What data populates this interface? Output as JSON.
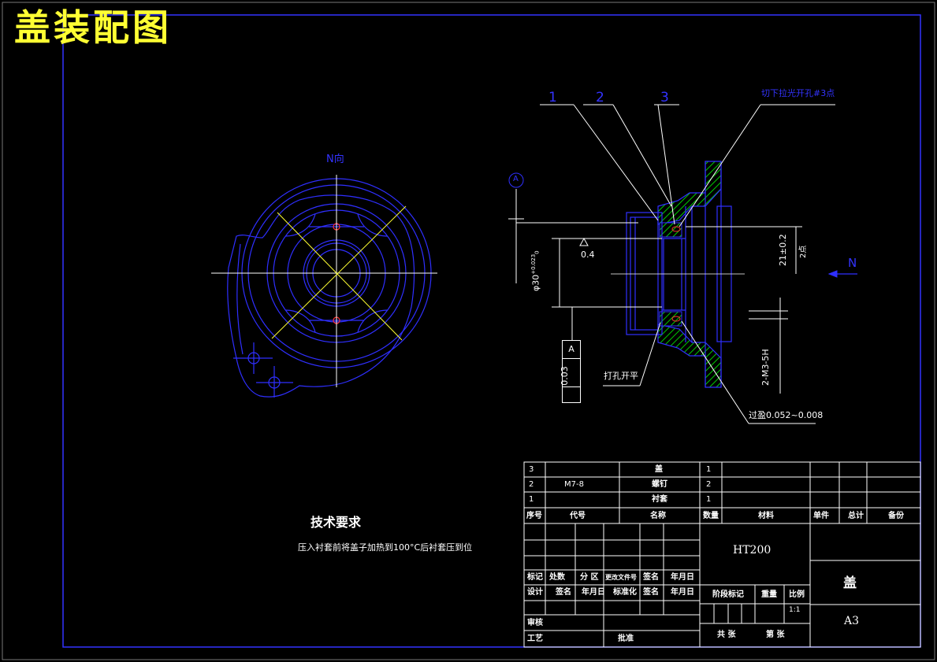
{
  "title": "盖装配图",
  "section_view": {
    "balloons": [
      "1",
      "2",
      "3"
    ],
    "note_top": "切下拉光开孔#3点",
    "datum_label": "A",
    "roughness": "0.4",
    "dim_bore": "φ30",
    "dim_bore_tol_upper": "+0.023",
    "dim_bore_tol_lower": "0",
    "dim_height": "21±0.2",
    "dim_height_side": "2点",
    "dim_thread": "2-M3-5H",
    "note_bottom_left": "打孔开平",
    "note_bottom_right": "过盈0.052~0.008",
    "gdt_value": "0.03",
    "gdt_datum": "A",
    "view_arrow_label": "N"
  },
  "plan_view": {
    "label": "N向"
  },
  "tech_req": {
    "heading": "技术要求",
    "text": "压入衬套前将盖子加热到100°C后衬套压到位"
  },
  "parts_list": {
    "rows": [
      {
        "no": "3",
        "code": "",
        "name": "盖",
        "qty": "1"
      },
      {
        "no": "2",
        "code": "M7-8",
        "name": "螺钉",
        "qty": "2"
      },
      {
        "no": "1",
        "code": "",
        "name": "衬套",
        "qty": "1"
      }
    ],
    "headers": [
      "序号",
      "代号",
      "名称",
      "数量",
      "材料",
      "单件",
      "总计",
      "备份"
    ]
  },
  "title_block": {
    "material": "HT200",
    "part_name": "盖",
    "sheet_size": "A3",
    "row_labels_1": [
      "标记",
      "处数",
      "分 区",
      "更改文件号",
      "签名",
      "年月日"
    ],
    "row_labels_2": [
      "设计",
      "签名",
      "年月日",
      "标准化",
      "签名",
      "年月日"
    ],
    "stage_labels": [
      "阶段标记",
      "重量",
      "比例"
    ],
    "scale": "1:1",
    "review": "审核",
    "process": "工艺",
    "approve": "批准",
    "sheet_total": "共 张",
    "sheet_no": "第 张"
  },
  "colors": {
    "background": "#000000",
    "frame": "#3333ff",
    "outline": "#2f2fff",
    "centerline": "#ffff33",
    "hatch": "#00cc00",
    "text": "#ffffff",
    "title": "#ffff33"
  }
}
